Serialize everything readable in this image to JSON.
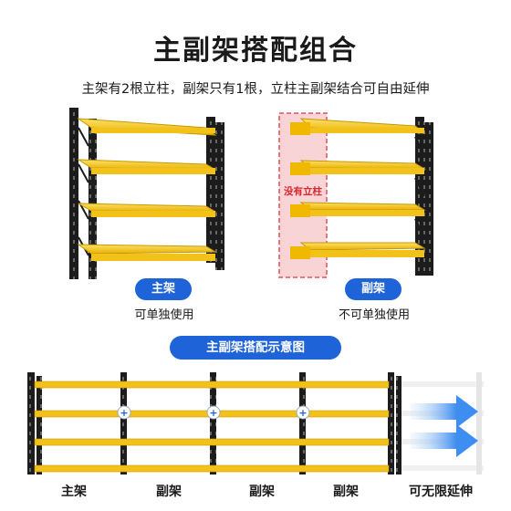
{
  "title": "主副架搭配组合",
  "subtitle": "主架有2根立柱，副架只有1根，立柱主副架结合可自由延伸",
  "main_rack": {
    "pill": "主架",
    "caption": "可单独使用"
  },
  "sub_rack": {
    "pill": "副架",
    "caption": "不可单独使用",
    "annotation": "没有立柱"
  },
  "diagram": {
    "pill": "主副架搭配示意图",
    "labels": [
      "主架",
      "副架",
      "副架",
      "副架",
      "可无限延伸"
    ],
    "connector_symbol": "+"
  },
  "colors": {
    "shelf_yellow": "#f2c21b",
    "upright_black": "#1c1c1c",
    "accent_blue": "#1f63d8",
    "annotation_red": "#e0525a"
  }
}
